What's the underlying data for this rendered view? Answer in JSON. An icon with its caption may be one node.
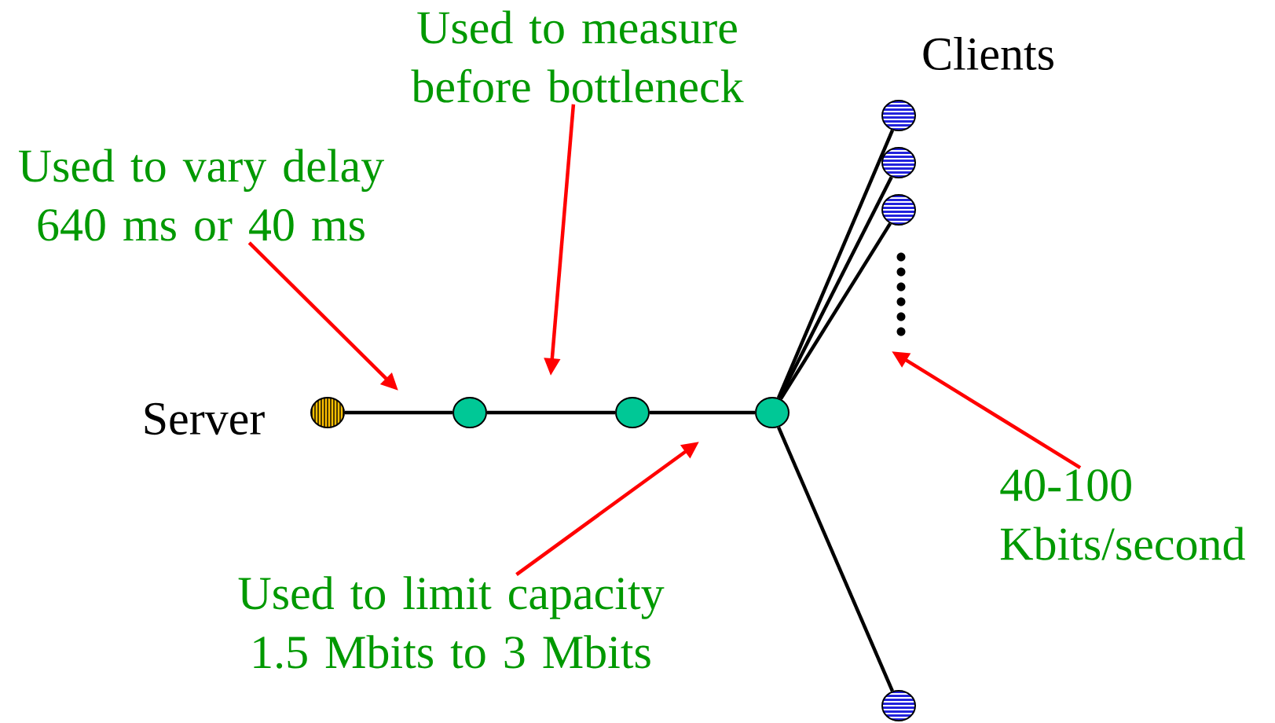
{
  "diagram": {
    "nodes": [
      {
        "text": [],
        "shape": "circle"
      },
      {
        "text": [],
        "shape": "circle"
      },
      {
        "text": [],
        "shape": "circle"
      },
      {
        "text": [],
        "shape": "circle"
      },
      {
        "text": [],
        "shape": "circle"
      },
      {
        "text": [],
        "shape": "circle"
      },
      {
        "text": [],
        "shape": "circle"
      },
      {
        "text": [],
        "shape": "circle"
      },
      {
        "text": [
          "Used to measure before bottleneck"
        ]
      },
      {
        "text": [
          "Used to vary delay 640 ms or 40 ms"
        ]
      },
      {
        "text": [
          "Used to limit capacity 1.5 Mbits to 3 Mbits"
        ]
      },
      {
        "text": [
          "40-100 Kbits/second"
        ]
      }
    ],
    "edges": [
      {
        "from": 0,
        "to": 1,
        "arrow": "none"
      },
      {
        "from": 1,
        "to": 2,
        "arrow": "none"
      },
      {
        "from": 2,
        "to": 3,
        "arrow": "none"
      },
      {
        "from": 3,
        "to": 4,
        "arrow": "none"
      },
      {
        "from": 3,
        "to": 5,
        "arrow": "none"
      },
      {
        "from": 3,
        "to": 6,
        "arrow": "none"
      },
      {
        "from": 3,
        "to": 7,
        "arrow": "none"
      },
      {
        "from": 8,
        "to": null,
        "arrow": "to",
        "color": "#ff0000"
      },
      {
        "from": 9,
        "to": null,
        "arrow": "to",
        "color": "#ff0000"
      },
      {
        "from": 10,
        "to": null,
        "arrow": "to",
        "color": "#ff0000"
      },
      {
        "from": 11,
        "to": null,
        "arrow": "to",
        "color": "#ff0000"
      }
    ],
    "labels": [
      "Server",
      "Clients"
    ]
  }
}
